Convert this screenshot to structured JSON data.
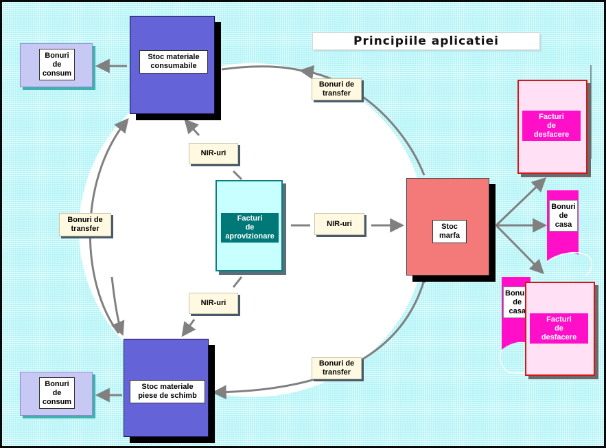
{
  "title": "Principiile aplicatiei",
  "nodes": {
    "bonuri_consum_top": "Bonuri\nde\nconsum",
    "stoc_consumabile": "Stoc materiale\nconsumabile",
    "bonuri_transfer_top": "Bonuri de\ntransfer",
    "facturi_desfacere_top": "Facturi\nde\ndesfacere",
    "nir_top": "NIR-uri",
    "bonuri_transfer_left": "Bonuri de\ntransfer",
    "facturi_aprovizionare": "Facturi\nde\naprovizionare",
    "nir_mid": "NIR-uri",
    "stoc_marfa": "Stoc\nmarfa",
    "bonuri_casa_right": "Bonuri\nde\ncasa",
    "bonuri_casa_left": "Bonuri\nde\ncasa",
    "facturi_desfacere_bottom": "Facturi\nde\ndesfacere",
    "nir_bottom": "NIR-uri",
    "bonuri_transfer_bottom": "Bonuri de\ntransfer",
    "bonuri_consum_bottom": "Bonuri\nde\nconsum",
    "stoc_piese": "Stoc materiale\npiese de schimb"
  },
  "colors": {
    "background": "#aef3f6",
    "circle": "#ffffff",
    "stoc_blue": "#6464d8",
    "consum": "#c8c8f5",
    "aprovizionare": "#c8ffff",
    "aprovizionare_label": "#007878",
    "marfa": "#f47a7a",
    "desfacere": "#ffe0f5",
    "magenta": "#ff10c8",
    "arrow": "#808080"
  }
}
